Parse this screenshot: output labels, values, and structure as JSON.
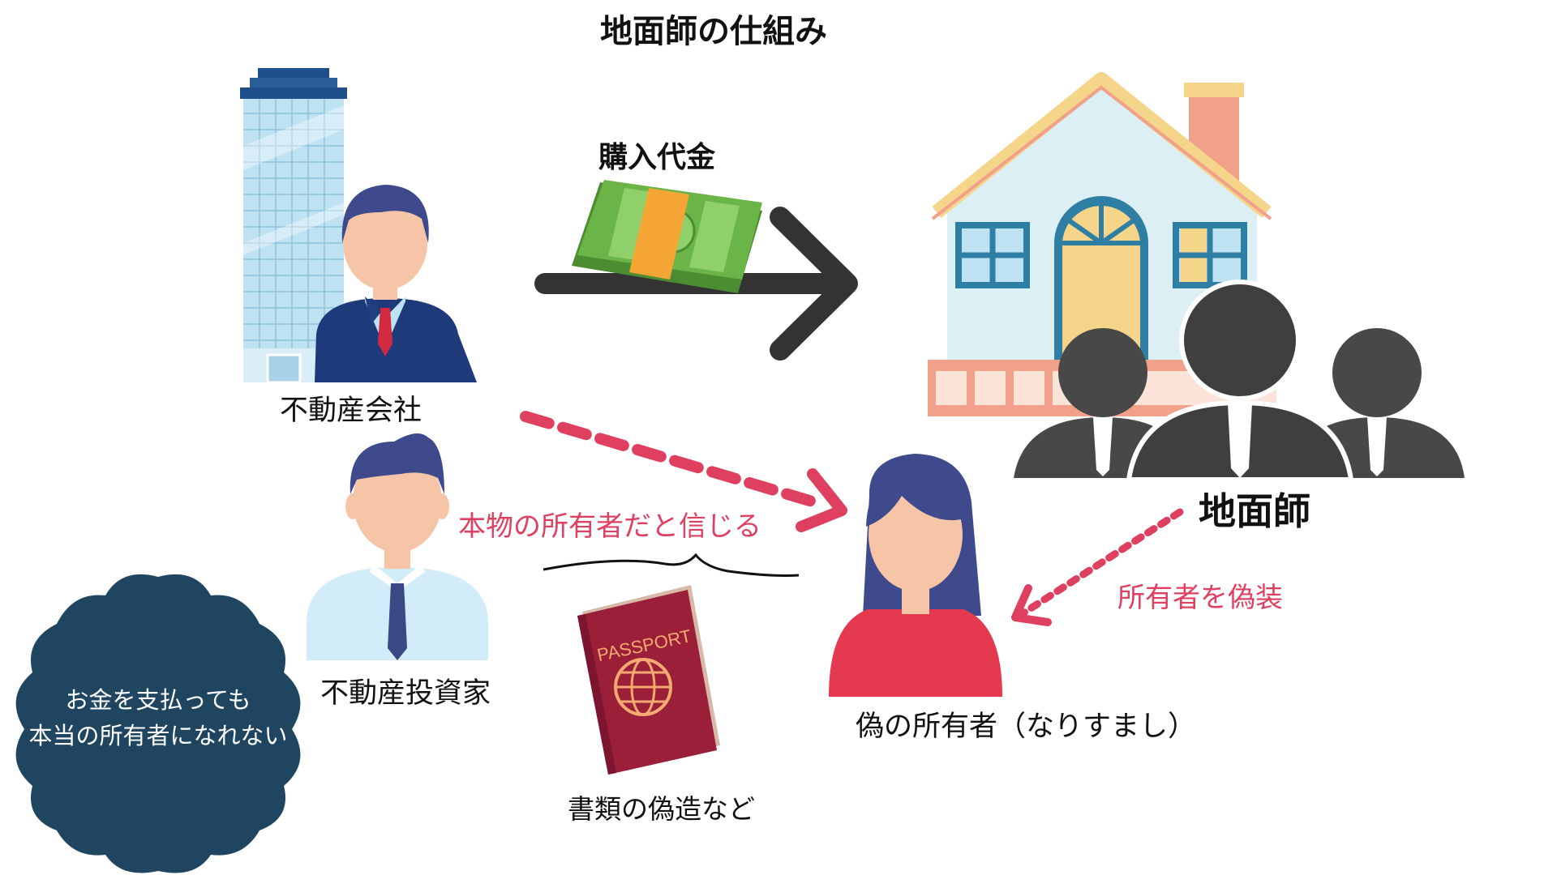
{
  "title": "地面師の仕組み",
  "payment_label": "購入代金",
  "company_label": "不動産会社",
  "investor_label": "不動産投資家",
  "believe_label": "本物の所有者だと信じる",
  "disguise_label": "所有者を偽装",
  "jimenshi_label": "地面師",
  "fake_owner_label": "偽の所有者（なりすまし）",
  "documents_label": "書類の偽造など",
  "passport_text": "PASSPORT",
  "bubble": {
    "line1": "お金を支払っても",
    "line2": "本当の所有者になれない"
  },
  "colors": {
    "accent_pink": "#e04060",
    "navy": "#1f4560",
    "arrow": "#333333",
    "suit": "#1e3a7a",
    "hair": "#3e4a8c",
    "skin": "#f6c5a8",
    "house_wall": "#dceff5",
    "money": "#6bb548",
    "passport": "#9c1f3a",
    "woman_shirt": "#e53950"
  }
}
